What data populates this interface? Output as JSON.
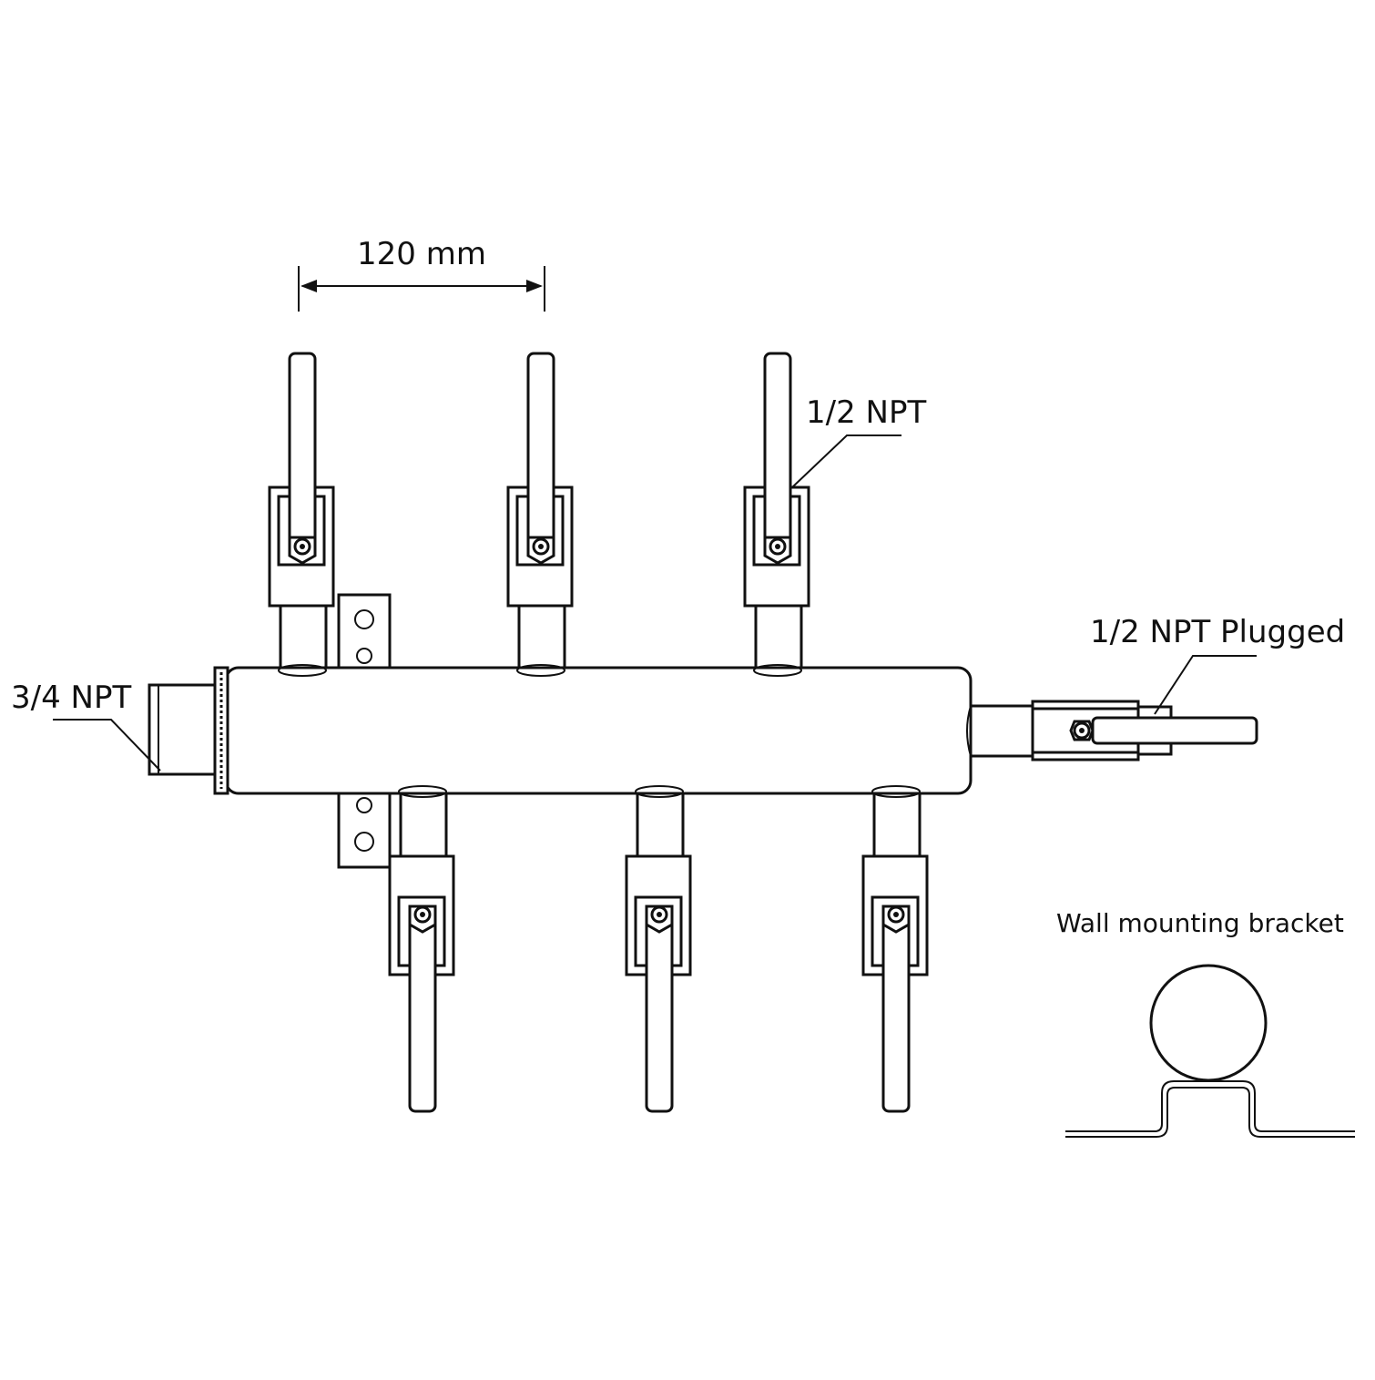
{
  "labels": {
    "spacing": "120 mm",
    "outlet": "1/2 NPT",
    "plugged": "1/2 NPT Plugged",
    "inlet": "3/4 NPT",
    "bracket": "Wall mounting bracket"
  },
  "outlets": {
    "top_count": 3,
    "bottom_count": 3
  },
  "colors": {
    "line": "#111111",
    "background": "#ffffff"
  }
}
